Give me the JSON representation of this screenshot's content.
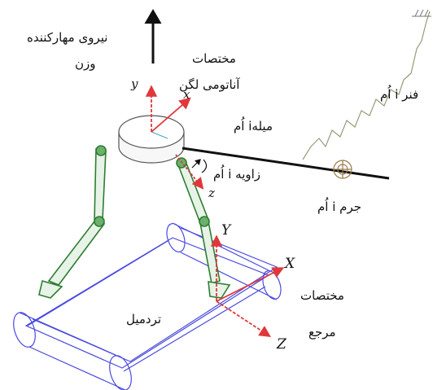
{
  "labels": {
    "support_force": "نیروی مهارکننده",
    "weight": "وزن",
    "pelvis_coords_1": "مختصات",
    "pelvis_coords_2": "آناتومی لگن",
    "spring": "فنر i اُم",
    "rod": "میلهi اُم",
    "angle": "زاویه i اُم",
    "mass": "جرم i اُم",
    "ref_coords_1": "مختصات",
    "ref_coords_2": "مرجع",
    "treadmill": "تردمیل"
  },
  "axes": {
    "local_y": "y",
    "local_x": "x",
    "local_z": "z",
    "ref_Y": "Y",
    "ref_X": "X",
    "ref_Z": "Z"
  },
  "colors": {
    "axis": "#e0373b",
    "leg": "#2e7d32",
    "treadmill": "#4a4adf",
    "spring": "#9a9a7a",
    "rod": "#111111",
    "mass": "#9b7a4a"
  }
}
